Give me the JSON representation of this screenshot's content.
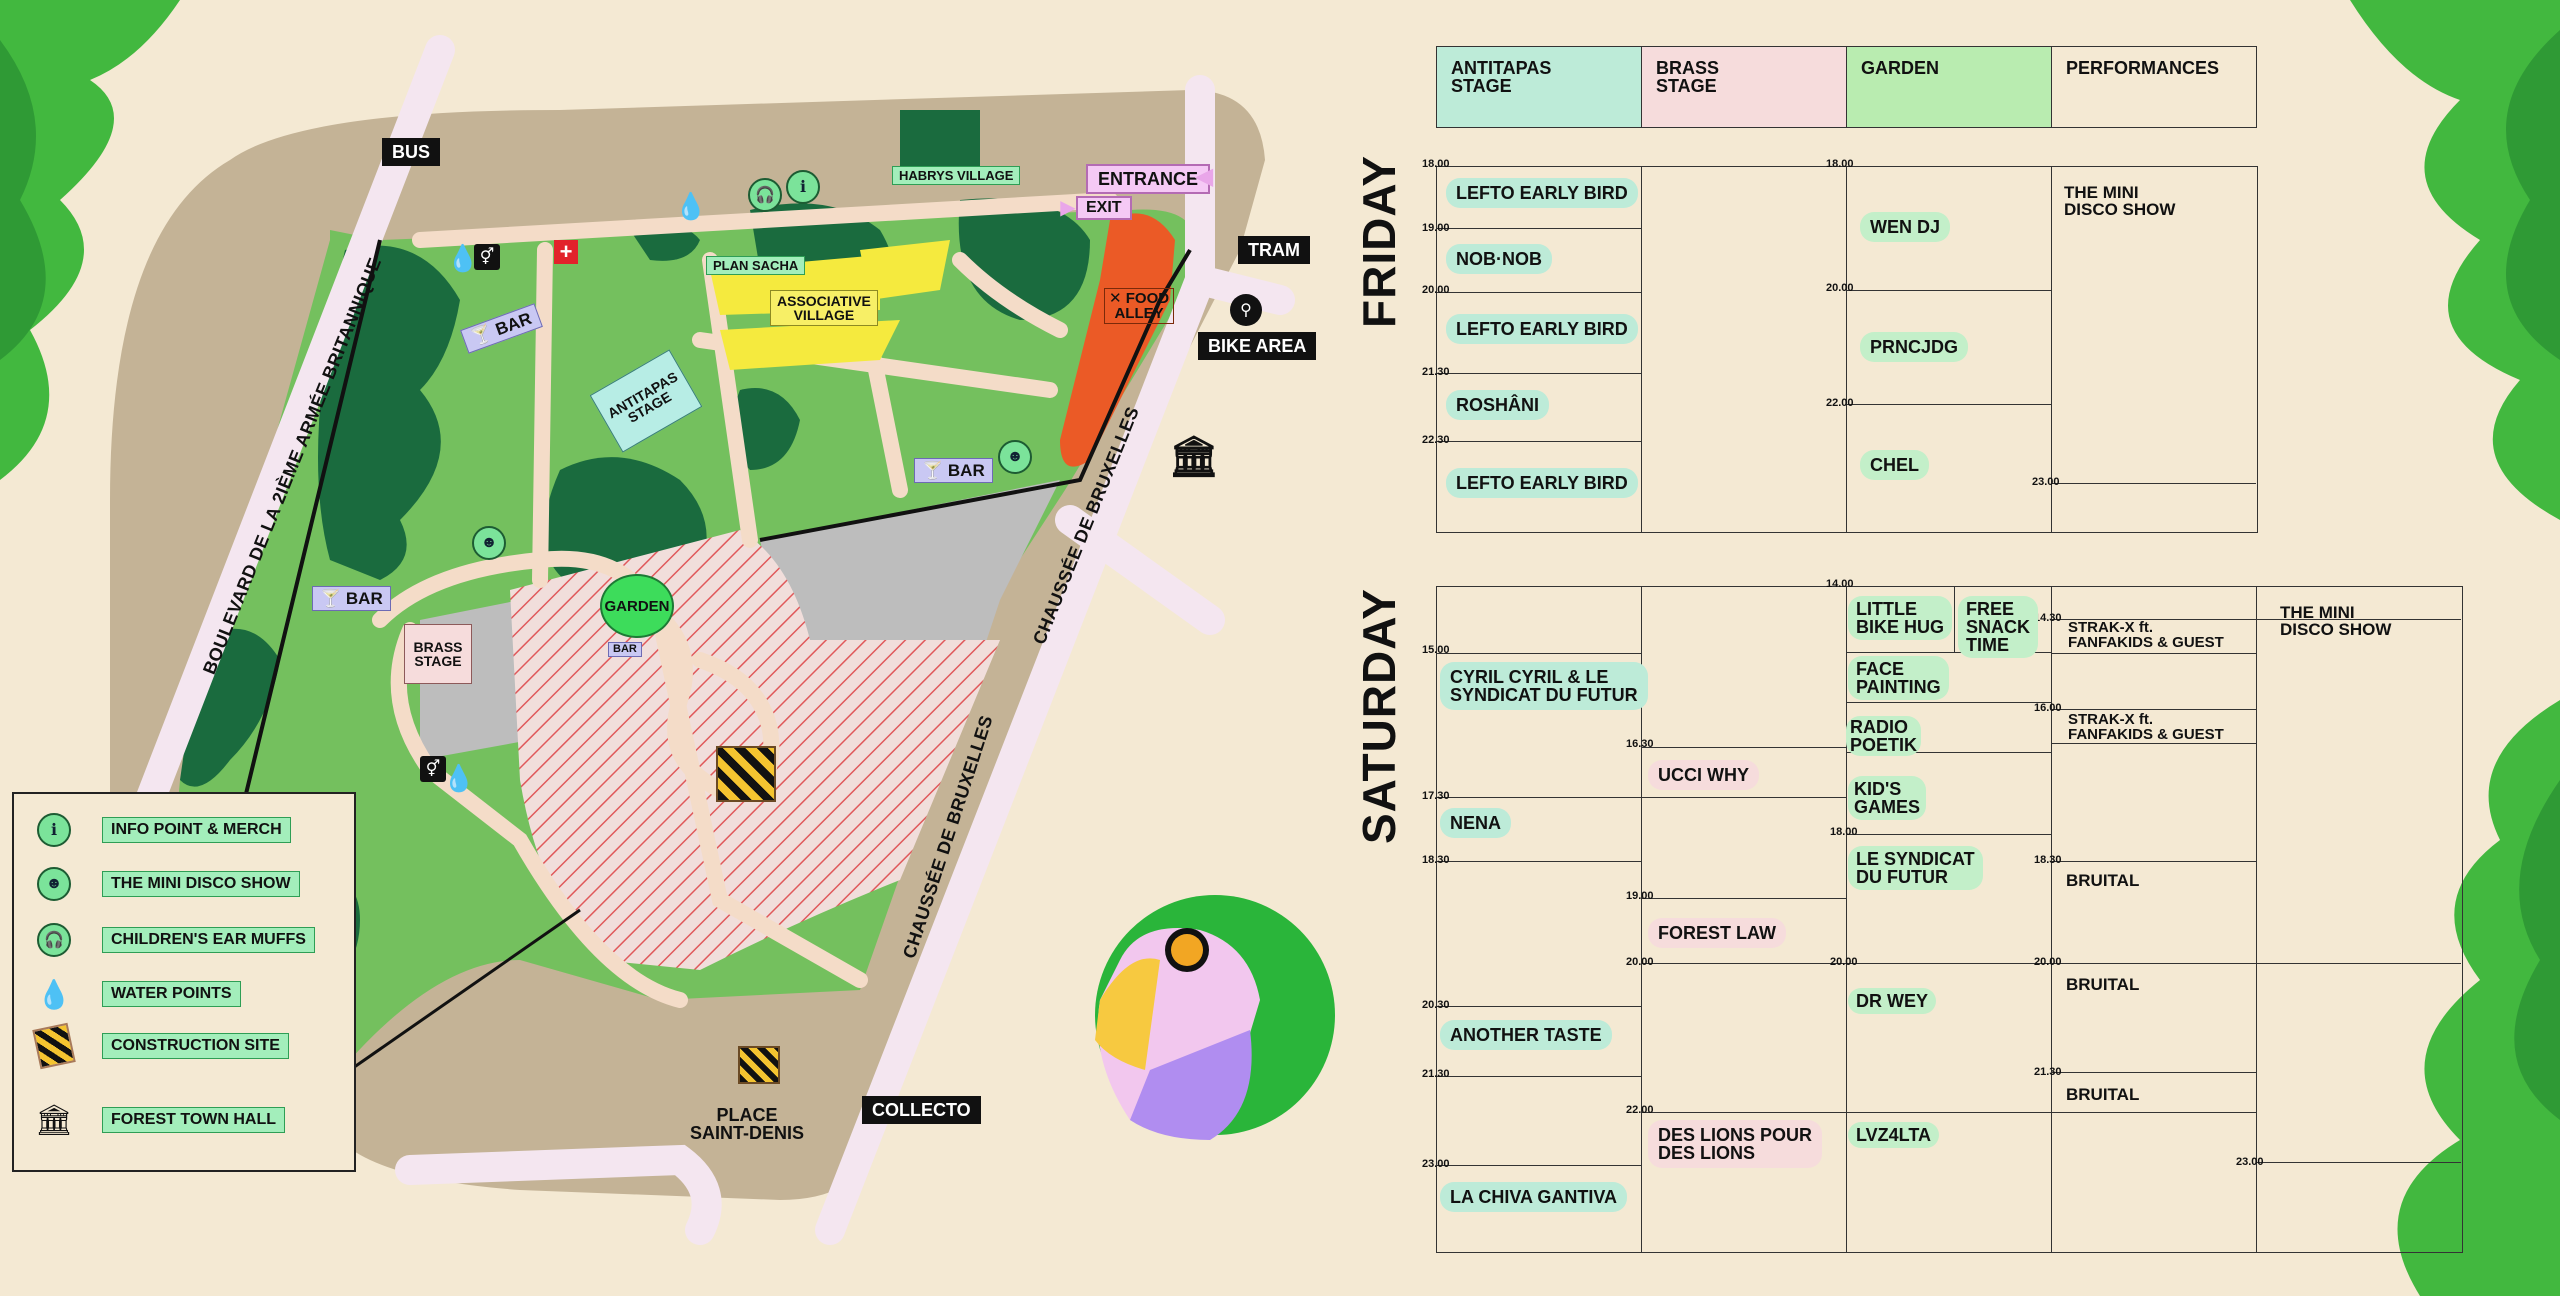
{
  "map": {
    "roads": {
      "boulevard": "BOULEVARD DE LA 2IÈME ARMÉE BRITANNIQUE",
      "chaussee_upper": "CHAUSSÉE DE BRUXELLES",
      "chaussee_lower": "CHAUSSÉE DE BRUXELLES"
    },
    "transport": {
      "bus": "BUS",
      "tram": "TRAM",
      "bike_area": "BIKE AREA",
      "collecto": "COLLECTO"
    },
    "areas": {
      "habrys_village": "HABRYS VILLAGE",
      "plan_sacha": "PLAN SACHA",
      "associative_village": "ASSOCIATIVE\nVILLAGE",
      "antitapas_stage": "ANTITAPAS\nSTAGE",
      "brass_stage": "BRASS\nSTAGE",
      "garden": "GARDEN",
      "food_alley": "FOOD\nALLEY",
      "place_saint_denis": "PLACE\nSAINT-DENIS",
      "entrance": "ENTRANCE",
      "exit": "EXIT",
      "bar_1": "BAR",
      "bar_2": "BAR",
      "bar_3": "BAR",
      "bar_small": "BAR"
    }
  },
  "legend": [
    {
      "icon": "info-icon",
      "label": "INFO POINT & MERCH"
    },
    {
      "icon": "disco-icon",
      "label": "THE MINI DISCO SHOW"
    },
    {
      "icon": "headphones-icon",
      "label": "CHILDREN'S EAR MUFFS"
    },
    {
      "icon": "water-drop-icon",
      "label": "WATER POINTS"
    },
    {
      "icon": "construction-icon",
      "label": "CONSTRUCTION SITE"
    },
    {
      "icon": "town-hall-icon",
      "label": "FOREST TOWN HALL"
    }
  ],
  "schedule": {
    "headers": [
      {
        "label": "ANTITAPAS\nSTAGE",
        "color": "#bdebd8"
      },
      {
        "label": "BRASS\nSTAGE",
        "color": "#f6dcdc"
      },
      {
        "label": "GARDEN",
        "color": "#b9ecb0"
      },
      {
        "label": "PERFORMANCES",
        "color": "#f4e9d3"
      }
    ],
    "friday": {
      "day": "FRIDAY",
      "times": [
        "18.00",
        "19.00",
        "20.00",
        "21.30",
        "22.30",
        "18.00",
        "20.00",
        "22.00",
        "23.00"
      ],
      "antitapas": [
        "LEFTO EARLY BIRD",
        "NOB·NOB",
        "LEFTO EARLY BIRD",
        "ROSHÂNI",
        "LEFTO EARLY BIRD"
      ],
      "garden": [
        "WEN DJ",
        "PRNCJDG",
        "CHEL"
      ],
      "performances": [
        "THE MINI\nDISCO SHOW"
      ]
    },
    "saturday": {
      "day": "SATURDAY",
      "times": [
        "14.00",
        "15.00",
        "16.30",
        "17.30",
        "18.30",
        "19.00",
        "20.00",
        "20.30",
        "21.30",
        "22.00",
        "23.00",
        "18.00",
        "20.00",
        "14.30",
        "16.00",
        "18.30",
        "20.00",
        "21.30",
        "23.00"
      ],
      "antitapas": [
        "CYRIL CYRIL & LE\nSYNDICAT DU FUTUR",
        "NENA",
        "ANOTHER TASTE",
        "LA CHIVA GANTIVA"
      ],
      "brass": [
        "UCCI WHY",
        "FOREST LAW",
        "DES LIONS POUR\nDES LIONS"
      ],
      "garden": [
        "LITTLE\nBIKE HUG",
        "FREE\nSNACK\nTIME",
        "FACE\nPAINTING",
        "RADIO\nPOETIK",
        "KID'S\nGAMES",
        "LE SYNDICAT\nDU FUTUR",
        "DR WEY",
        "LVZ4LTA"
      ],
      "performances": [
        "STRAK-X ft.\nFANFAKIDS & GUEST",
        "STRAK-X ft.\nFANFAKIDS & GUEST",
        "BRUITAL",
        "BRUITAL",
        "BRUITAL",
        "THE MINI\nDISCO SHOW"
      ]
    }
  }
}
